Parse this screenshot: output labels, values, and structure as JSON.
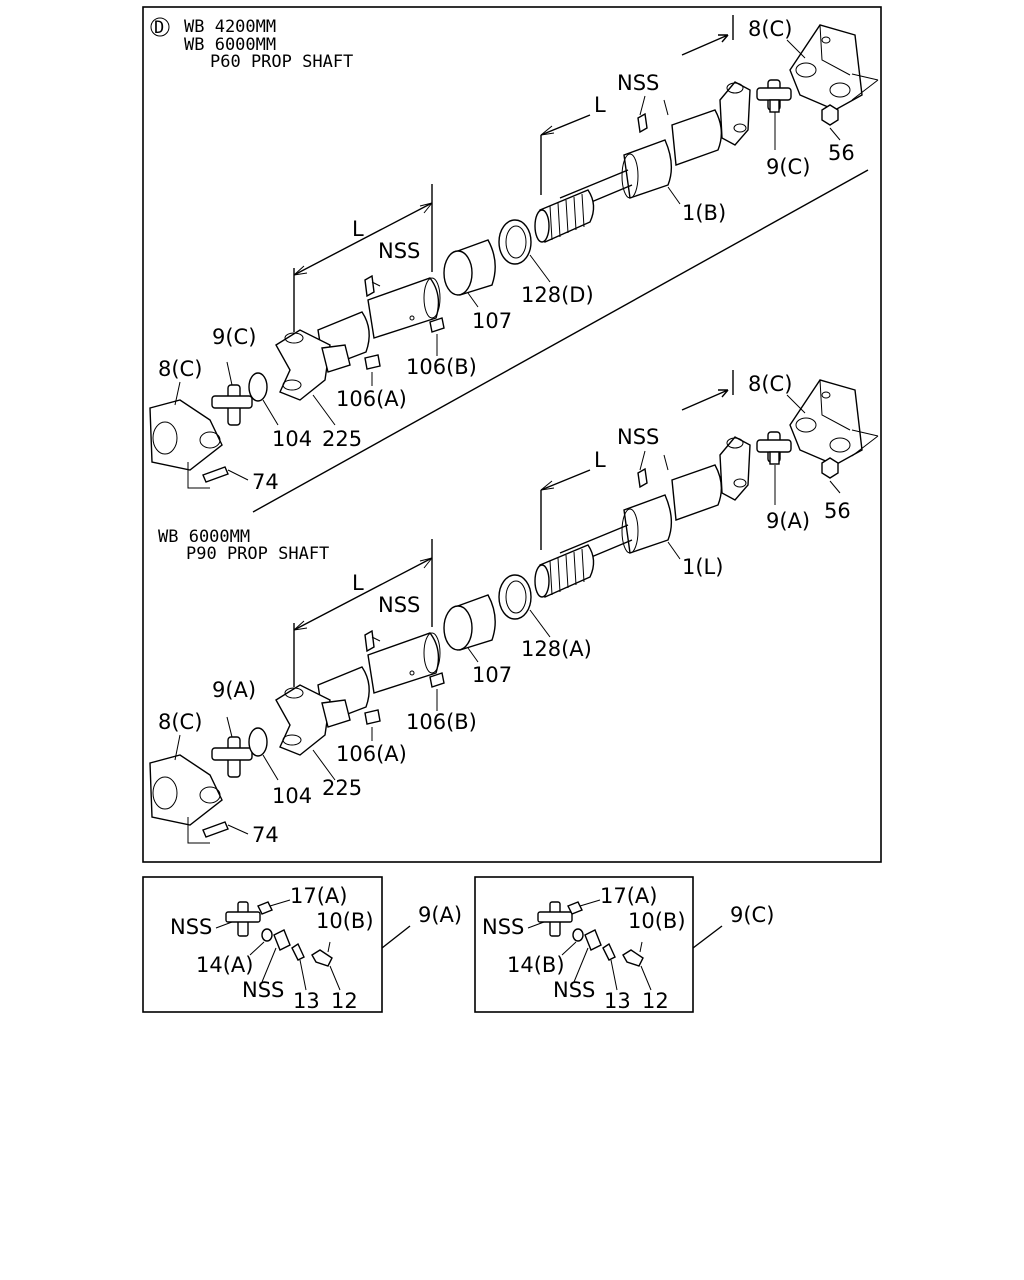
{
  "main_panel": {
    "circle_letter": "D",
    "header_line1": "WB 4200MM",
    "header_line2": "WB 6000MM",
    "header_line3": "P60 PROP SHAFT",
    "lower_header_line1": "WB 6000MM",
    "lower_header_line2": "P90 PROP SHAFT"
  },
  "upper_assembly": {
    "L_rear": "L",
    "L_front": "L",
    "nss_rear": "NSS",
    "nss_front": "NSS",
    "c8_rear": "8(C)",
    "c9_rear": "9(C)",
    "c56": "56",
    "c1": "1(B)",
    "c128": "128(D)",
    "c107": "107",
    "c106b": "106(B)",
    "c106a": "106(A)",
    "c9_front": "9(C)",
    "c8_front": "8(C)",
    "c104": "104",
    "c225": "225",
    "c74": "74"
  },
  "lower_assembly": {
    "L_rear": "L",
    "L_front": "L",
    "nss_rear": "NSS",
    "nss_front": "NSS",
    "c8_rear": "8(C)",
    "c9_rear": "9(A)",
    "c56": "56",
    "c1": "1(L)",
    "c128": "128(A)",
    "c107": "107",
    "c106b": "106(B)",
    "c106a": "106(A)",
    "c9_front": "9(A)",
    "c8_front": "8(C)",
    "c104": "104",
    "c225": "225",
    "c74": "74"
  },
  "detail_a": {
    "ref": "9(A)",
    "c17": "17(A)",
    "nss1": "NSS",
    "c10": "10(B)",
    "c14": "14(A)",
    "nss2": "NSS",
    "c13": "13",
    "c12": "12"
  },
  "detail_c": {
    "ref": "9(C)",
    "c17": "17(A)",
    "nss1": "NSS",
    "c10": "10(B)",
    "c14": "14(B)",
    "nss2": "NSS",
    "c13": "13",
    "c12": "12"
  }
}
